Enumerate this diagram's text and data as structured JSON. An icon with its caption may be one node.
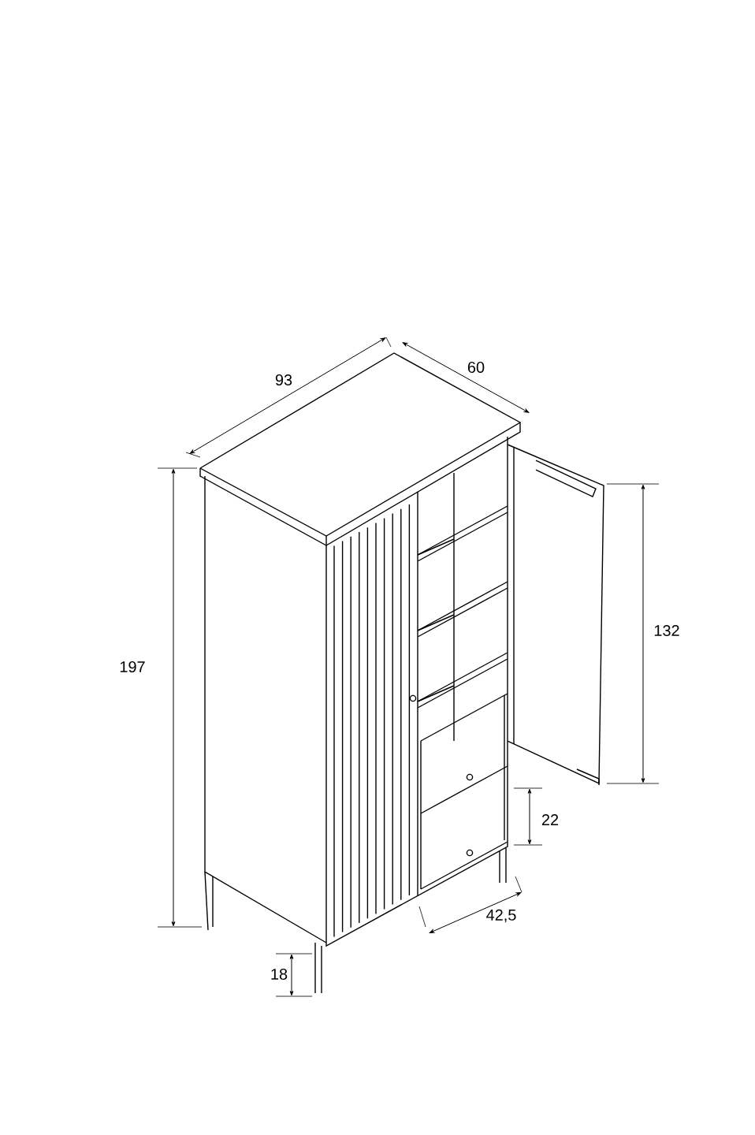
{
  "diagram": {
    "labels": [
      "93",
      "60",
      "197",
      "132",
      "22",
      "42,5",
      "18"
    ]
  }
}
